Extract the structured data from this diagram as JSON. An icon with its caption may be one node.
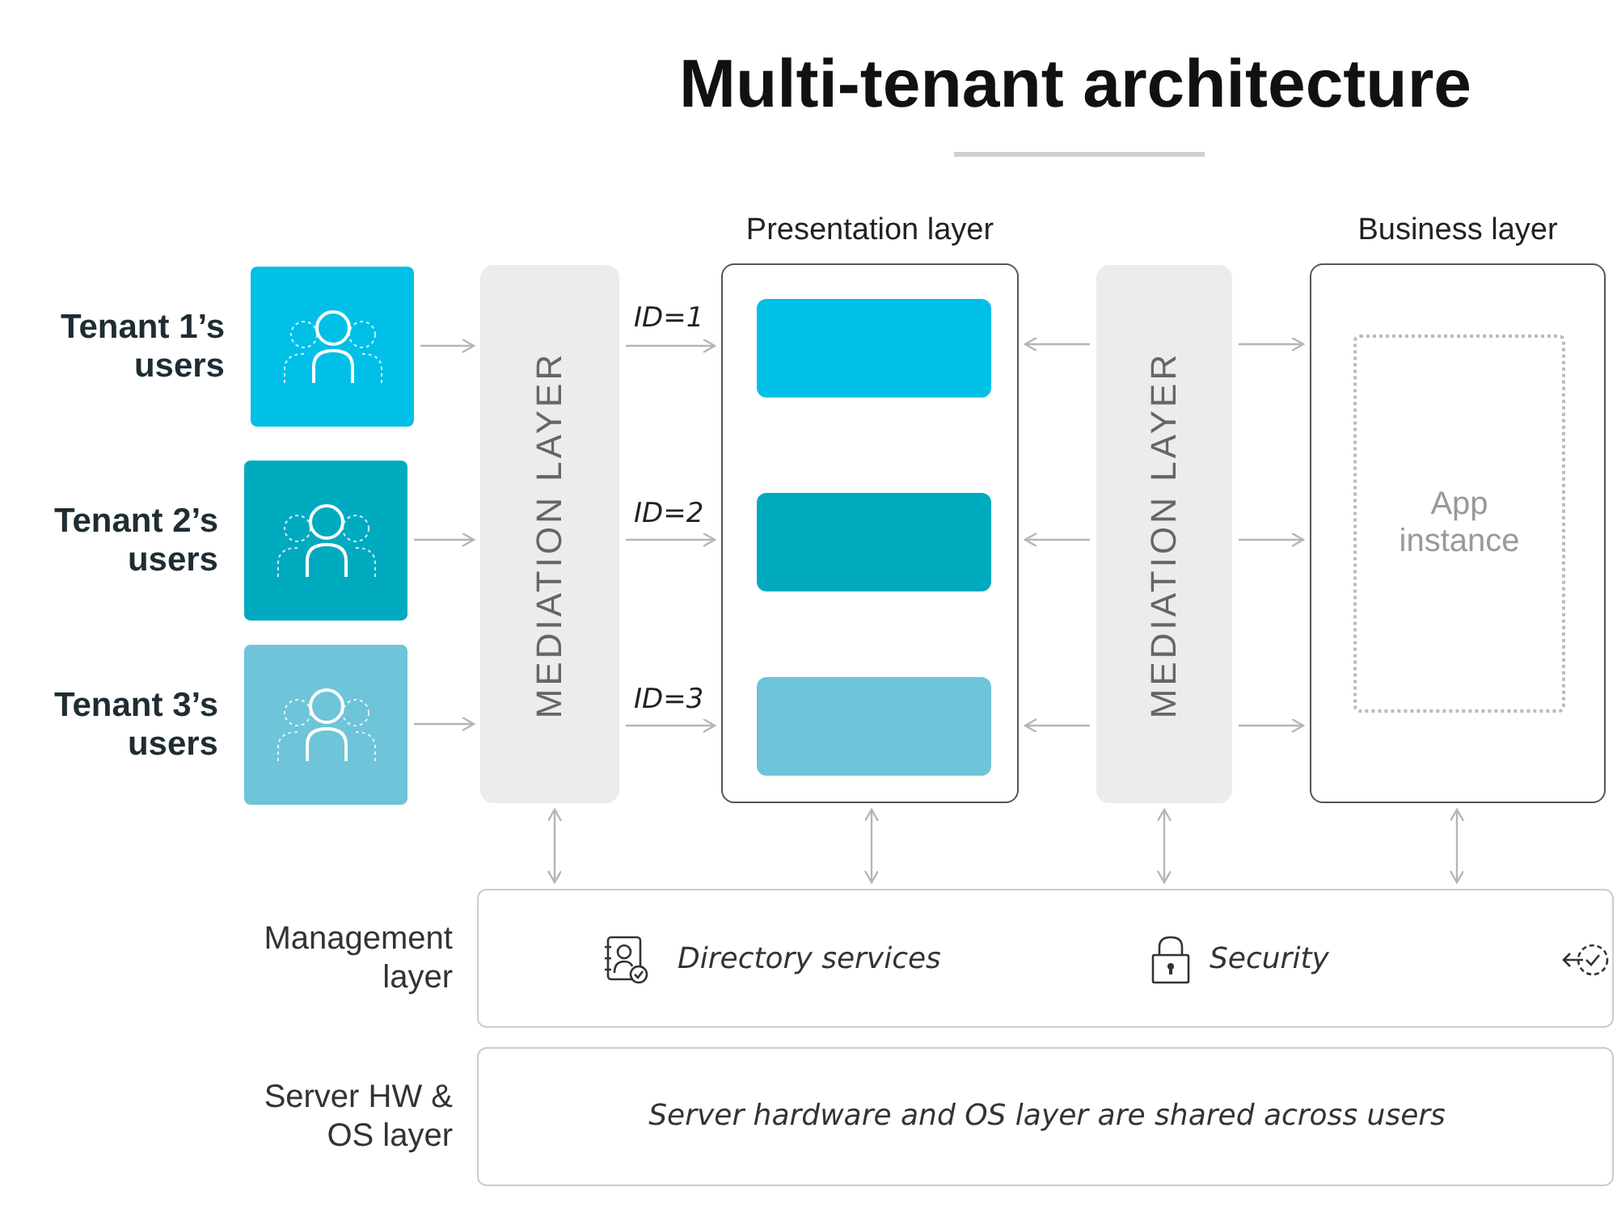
{
  "diagram": {
    "title": "Multi-tenant architecture",
    "nodes": [
      {
        "text": [
          "Tenant 1’s users"
        ]
      },
      {
        "text": [
          "Tenant 2’s users"
        ]
      },
      {
        "text": [
          "Tenant 3’s users"
        ]
      },
      {
        "text": [
          "MEDIATION LAYER"
        ]
      },
      {
        "text": [
          "Presentation layer"
        ]
      },
      {
        "text": [],
        "shape": "box",
        "in": 4
      },
      {
        "text": [],
        "shape": "box",
        "in": 4
      },
      {
        "text": [],
        "shape": "box",
        "in": 4
      },
      {
        "text": [
          "MEDIATION LAYER"
        ]
      },
      {
        "text": [
          "Business layer"
        ]
      },
      {
        "text": [
          "App instance"
        ],
        "in": 9
      },
      {
        "text": [
          "Management layer",
          "Directory services",
          "Security"
        ]
      },
      {
        "text": [
          "Server HW & OS layer",
          "Server hardware and OS layer are shared across users"
        ]
      }
    ],
    "edges": [
      {
        "from": 0,
        "to": 3,
        "arrow": "to"
      },
      {
        "from": 1,
        "to": 3,
        "arrow": "to"
      },
      {
        "from": 2,
        "to": 3,
        "arrow": "to"
      },
      {
        "from": 3,
        "to": 4,
        "arrow": "to",
        "label": "ID=1"
      },
      {
        "from": 3,
        "to": 4,
        "arrow": "to",
        "label": "ID=2"
      },
      {
        "from": 3,
        "to": 4,
        "arrow": "to",
        "label": "ID=3"
      },
      {
        "from": 8,
        "to": 4,
        "arrow": "to"
      },
      {
        "from": 8,
        "to": 4,
        "arrow": "to"
      },
      {
        "from": 8,
        "to": 4,
        "arrow": "to"
      },
      {
        "from": 8,
        "to": 9,
        "arrow": "to"
      },
      {
        "from": 8,
        "to": 9,
        "arrow": "to"
      },
      {
        "from": 8,
        "to": 9,
        "arrow": "to"
      },
      {
        "from": 3,
        "to": 11,
        "arrow": "both"
      },
      {
        "from": 4,
        "to": 11,
        "arrow": "both"
      },
      {
        "from": 8,
        "to": 11,
        "arrow": "both"
      },
      {
        "from": 9,
        "to": 11,
        "arrow": "both"
      }
    ]
  }
}
